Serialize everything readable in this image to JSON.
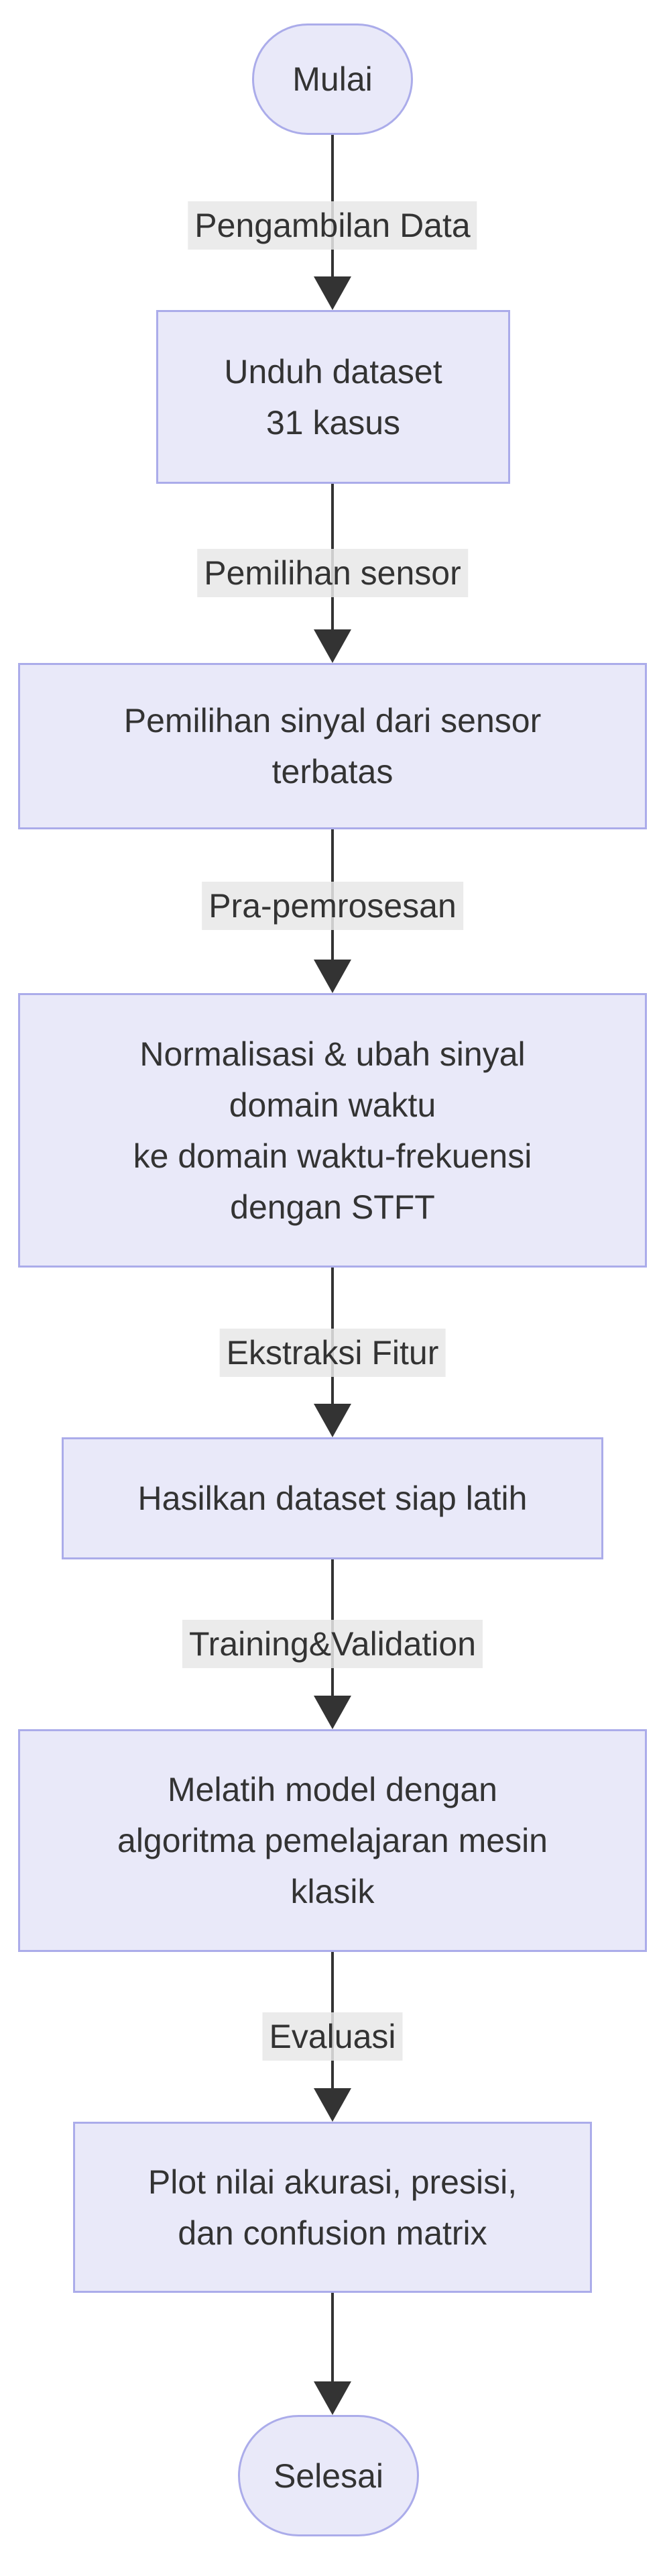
{
  "flowchart": {
    "type": "flowchart",
    "direction": "top-down",
    "nodes": [
      {
        "id": "start",
        "shape": "stadium",
        "role": "start",
        "label": "Mulai"
      },
      {
        "id": "unduh",
        "shape": "rect",
        "lines": [
          "Unduh dataset",
          "31 kasus"
        ]
      },
      {
        "id": "pemilihan",
        "shape": "rect",
        "lines": [
          "Pemilihan sinyal dari sensor",
          "terbatas"
        ]
      },
      {
        "id": "normalisasi",
        "shape": "rect",
        "lines": [
          "Normalisasi & ubah sinyal",
          "domain waktu",
          "ke domain waktu-frekuensi",
          "dengan STFT"
        ]
      },
      {
        "id": "hasilkan",
        "shape": "rect",
        "lines": [
          "Hasilkan dataset siap latih"
        ]
      },
      {
        "id": "melatih",
        "shape": "rect",
        "lines": [
          "Melatih model dengan",
          "algoritma pemelajaran mesin",
          "klasik"
        ]
      },
      {
        "id": "plot",
        "shape": "rect",
        "lines": [
          "Plot nilai akurasi, presisi,",
          "dan confusion matrix"
        ]
      },
      {
        "id": "end",
        "shape": "stadium",
        "role": "end",
        "label": "Selesai"
      }
    ],
    "edges": [
      {
        "from": "start",
        "to": "unduh",
        "label": "Pengambilan Data"
      },
      {
        "from": "unduh",
        "to": "pemilihan",
        "label": "Pemilihan sensor"
      },
      {
        "from": "pemilihan",
        "to": "normalisasi",
        "label": "Pra-pemrosesan"
      },
      {
        "from": "normalisasi",
        "to": "hasilkan",
        "label": "Ekstraksi Fitur"
      },
      {
        "from": "hasilkan",
        "to": "melatih",
        "label": "Training&Validation"
      },
      {
        "from": "melatih",
        "to": "plot",
        "label": "Evaluasi"
      },
      {
        "from": "plot",
        "to": "end",
        "label": ""
      }
    ]
  },
  "colors": {
    "canvas_bg": "#ffffff",
    "node_fill": "#e9e9f9",
    "node_border": "#abacea",
    "node_text": "#333333",
    "edge_line": "#333333",
    "edge_label_bg": "#e8e8e8",
    "edge_label_text": "#333333"
  }
}
